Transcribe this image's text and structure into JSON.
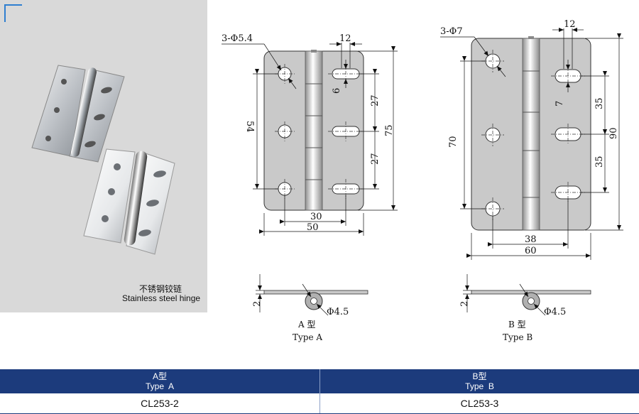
{
  "photo": {
    "caption_cn": "不锈钢铰链",
    "caption_en": "Stainless steel hinge"
  },
  "type_a": {
    "holes_label": "3-Φ5.4",
    "dims": {
      "slot_spacing": "12",
      "slot_height": "6",
      "upper_pitch": "27",
      "lower_pitch": "27",
      "hole_span": "54",
      "overall_height": "75",
      "inner_width": "30",
      "overall_width": "50",
      "thickness": "2",
      "pin_diameter": "Φ4.5"
    },
    "label_cn": "A 型",
    "label_en": "Type A"
  },
  "type_b": {
    "holes_label": "3-Φ7",
    "dims": {
      "slot_spacing": "12",
      "slot_height": "7",
      "upper_pitch": "35",
      "lower_pitch": "35",
      "hole_span": "70",
      "overall_height": "90",
      "inner_width": "38",
      "overall_width": "60",
      "thickness": "2",
      "pin_diameter": "Φ4.5"
    },
    "label_cn": "B 型",
    "label_en": "Type B"
  },
  "table": {
    "col_a_cn": "A型",
    "col_a_en": "Type  A",
    "col_b_cn": "B型",
    "col_b_en": "Type  B",
    "model_a": "CL253-2",
    "model_b": "CL253-3"
  },
  "colors": {
    "header_bg": "#1c3b7c",
    "photo_bg": "#d9d9d9",
    "plate_fill": "#c9c9c9",
    "corner_mark": "#2f7fd0"
  }
}
